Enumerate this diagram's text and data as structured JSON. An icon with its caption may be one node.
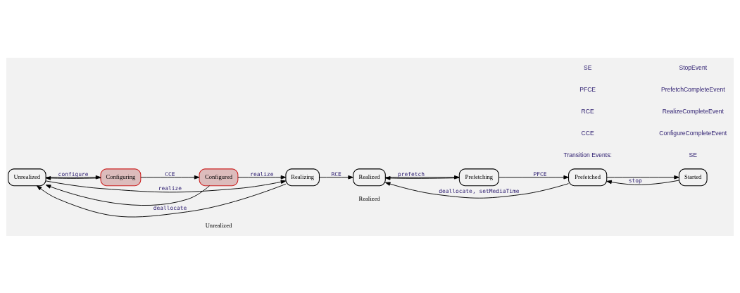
{
  "diagram": {
    "nodes": [
      {
        "text": [
          "Unrealized"
        ]
      },
      {
        "text": [
          "Configuring"
        ]
      },
      {
        "text": [
          "Configured"
        ]
      },
      {
        "text": [
          "Realizing"
        ]
      },
      {
        "text": [
          "Realized"
        ]
      },
      {
        "text": [
          "Prefetching"
        ]
      },
      {
        "text": [
          "Prefetched"
        ]
      },
      {
        "text": [
          "Started"
        ]
      }
    ],
    "edges": [
      {
        "from": 0,
        "to": 1,
        "arrow": "to",
        "label": "configure"
      },
      {
        "from": 1,
        "to": 2,
        "arrow": "to",
        "label": "CCE"
      },
      {
        "from": 2,
        "to": 3,
        "arrow": "to",
        "label": "realize"
      },
      {
        "from": 3,
        "to": 4,
        "arrow": "to",
        "label": "RCE"
      },
      {
        "from": 4,
        "to": 5,
        "arrow": "to",
        "label": "prefetch"
      },
      {
        "from": 5,
        "to": 6,
        "arrow": "to",
        "label": "PFCE"
      },
      {
        "from": 6,
        "to": 7,
        "arrow": "to"
      },
      {
        "from": 0,
        "to": 3,
        "arrow": "to",
        "label": "realize"
      },
      {
        "from": 1,
        "to": 0,
        "arrow": "to"
      },
      {
        "from": 2,
        "to": 0,
        "arrow": "to"
      },
      {
        "from": 3,
        "to": 0,
        "arrow": "to",
        "label": "deallocate"
      },
      {
        "from": 5,
        "to": 4,
        "arrow": "to"
      },
      {
        "from": 6,
        "to": 4,
        "arrow": "to",
        "label": "deallocate, setMediaTime"
      },
      {
        "from": 7,
        "to": 6,
        "arrow": "to",
        "label": "stop"
      }
    ],
    "labels": [
      "Unrealized",
      "Realized",
      "SE",
      "Transition Events:",
      "CCE",
      "ConfigureCompleteEvent",
      "RCE",
      "RealizeCompleteEvent",
      "PFCE",
      "PrefetchCompleteEvent",
      "SE",
      "StopEvent"
    ]
  }
}
